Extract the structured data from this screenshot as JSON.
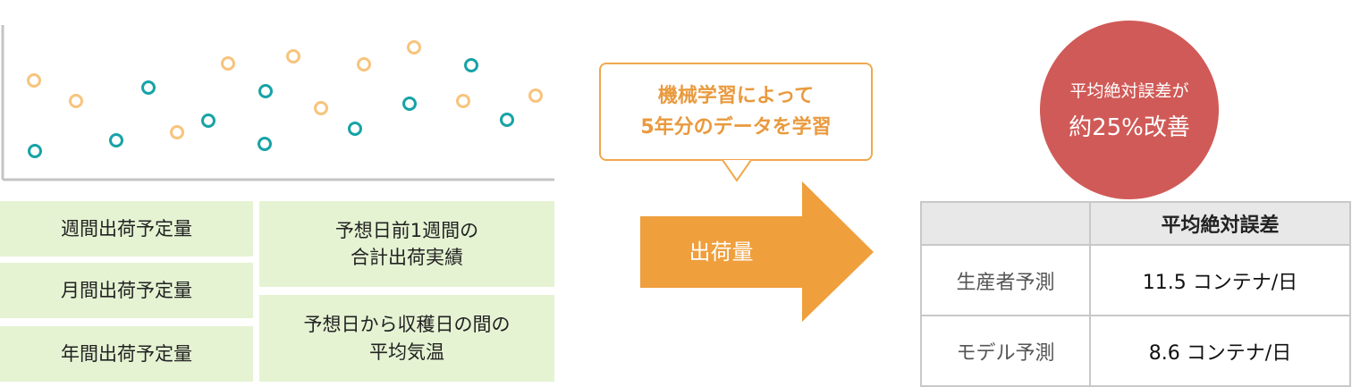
{
  "scatter": {
    "colors": {
      "orange": "#f7c47d",
      "teal": "#17a3a6",
      "axis": "#c4c4c4"
    }
  },
  "features": {
    "left": [
      "週間出荷予定量",
      "月間出荷予定量",
      "年間出荷予定量"
    ],
    "right": [
      "予想日前1週間の\n合計出荷実績",
      "予想日から収穫日の間の\n平均気温"
    ]
  },
  "balloon": {
    "text": "機械学習によって\n5年分のデータを学習"
  },
  "arrow": {
    "label": "出荷量",
    "color": "#ef9f3c"
  },
  "result_circle": {
    "line1": "平均絶対誤差が",
    "line2": "約25%改善",
    "color": "#d05a57"
  },
  "table": {
    "header": [
      "",
      "平均絶対誤差"
    ],
    "rows": [
      {
        "label": "生産者予測",
        "value": "11.5 コンテナ/日"
      },
      {
        "label": "モデル予測",
        "value": "8.6 コンテナ/日"
      }
    ]
  }
}
